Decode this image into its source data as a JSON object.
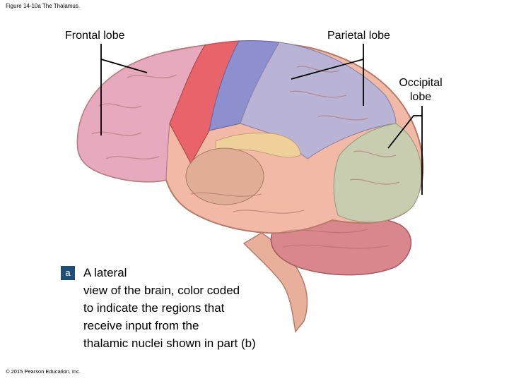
{
  "figure_title": "Figure 14-10a The Thalamus.",
  "labels": {
    "frontal": "Frontal lobe",
    "parietal": "Parietal lobe",
    "occipital_line1": "Occipital",
    "occipital_line2": "lobe"
  },
  "badge": "a",
  "caption": {
    "line1": "A lateral",
    "line2": "view of the brain, color coded",
    "line3": "to indicate the regions that",
    "line4": "receive input from the",
    "line5": "thalamic nuclei shown in part (b)"
  },
  "copyright": "© 2015 Pearson Education, Inc.",
  "colors": {
    "frontal": "#e7a9bd",
    "motor": "#e9636b",
    "parietal_sensory": "#8e8fcf",
    "parietal": "#b9b3d6",
    "occipital": "#c9cdb0",
    "temporal": "#f2b9a7",
    "thalamus_projection": "#d9aa90",
    "limbic": "#f0d09a",
    "cerebellum": "#d9868c",
    "brainstem": "#e8b09a",
    "badge": "#1f4e79"
  }
}
